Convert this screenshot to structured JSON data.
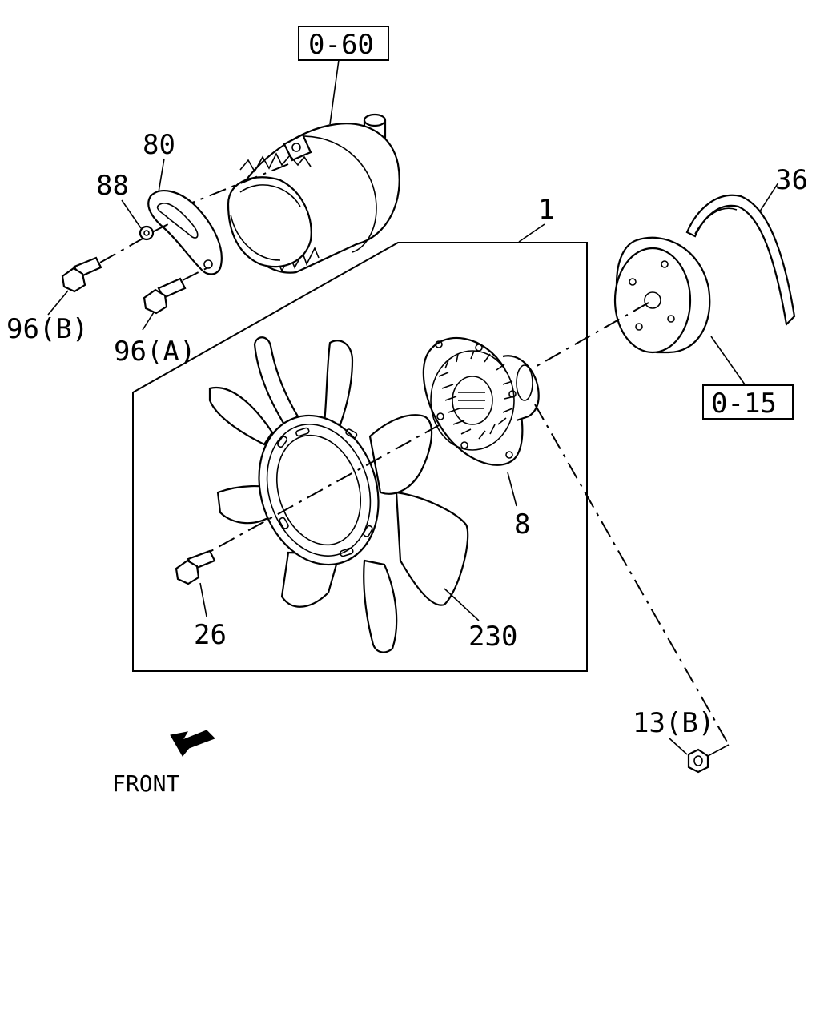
{
  "diagram": {
    "callouts": {
      "ref_0_60": "0-60",
      "ref_0_15": "0-15",
      "part_80": "80",
      "part_88": "88",
      "part_96b": "96(B)",
      "part_96a": "96(A)",
      "part_1": "1",
      "part_36": "36",
      "part_8": "8",
      "part_26": "26",
      "part_230": "230",
      "part_13b": "13(B)"
    },
    "front_label": "FRONT"
  }
}
